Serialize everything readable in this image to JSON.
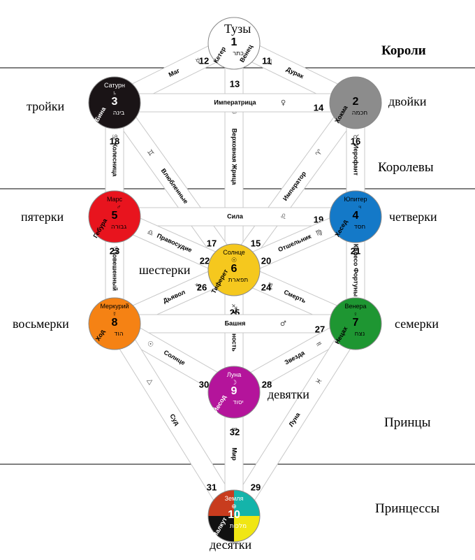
{
  "zones": {
    "kings": "Короли",
    "queens": "Королевы",
    "princes": "Принцы",
    "princesses": "Принцессы"
  },
  "ranks": {
    "aces": "Тузы",
    "twos": "двойки",
    "threes": "тройки",
    "fours": "четверки",
    "fives": "пятерки",
    "sixes": "шестерки",
    "sevens": "семерки",
    "eights": "восьмерки",
    "nines": "девятки",
    "tens": "десятки"
  },
  "sephiroth": [
    {
      "id": "s1",
      "num": "1",
      "name": "Кетер",
      "planet": "",
      "heb": "כתר",
      "extra": "Венец",
      "color": "#ffffff",
      "text": "#000000"
    },
    {
      "id": "s2",
      "num": "2",
      "name": "Хокма",
      "planet": "",
      "heb": "חכמה",
      "extra": "",
      "color": "#8c8c8c",
      "text": "#000000"
    },
    {
      "id": "s3",
      "num": "3",
      "name": "Бина",
      "planet": "Сатурн",
      "symbol": "♄",
      "heb": "בינה",
      "extra": "",
      "color": "#1a1416",
      "text": "#ffffff"
    },
    {
      "id": "s4",
      "num": "4",
      "name": "Хесед",
      "planet": "Юпитер",
      "symbol": "♃",
      "heb": "חסד",
      "extra": "",
      "color": "#1479c8",
      "text": "#000000"
    },
    {
      "id": "s5",
      "num": "5",
      "name": "Гебура",
      "planet": "Марс",
      "symbol": "♂",
      "heb": "גבורה",
      "extra": "",
      "color": "#e8141e",
      "text": "#000000"
    },
    {
      "id": "s6",
      "num": "6",
      "name": "Тиферет",
      "planet": "Солнце",
      "symbol": "☉",
      "heb": "תפארת",
      "extra": "",
      "color": "#f5c81e",
      "text": "#000000"
    },
    {
      "id": "s7",
      "num": "7",
      "name": "Нецах",
      "planet": "Венера",
      "symbol": "♀",
      "heb": "נצח",
      "extra": "",
      "color": "#1e9632",
      "text": "#000000"
    },
    {
      "id": "s8",
      "num": "8",
      "name": "Ход",
      "planet": "Меркурий",
      "symbol": "☿",
      "heb": "הוד",
      "extra": "",
      "color": "#f58214",
      "text": "#000000"
    },
    {
      "id": "s9",
      "num": "9",
      "name": "Йесод",
      "planet": "Луна",
      "symbol": "☽",
      "heb": "יסוד",
      "extra": "",
      "color": "#b4149b",
      "text": "#ffffff"
    },
    {
      "id": "s10",
      "num": "10",
      "name": "Малкут",
      "planet": "Земля",
      "symbol": "⊕",
      "heb": "מלכות",
      "extra": "",
      "color": "#ffffff",
      "text": "#ffffff"
    }
  ],
  "paths": [
    {
      "num": "11",
      "name": "Дурак",
      "glyph": "△"
    },
    {
      "num": "12",
      "name": "Маг",
      "glyph": "☿"
    },
    {
      "num": "13",
      "name": "Верховная Жрица",
      "glyph": "☽"
    },
    {
      "num": "14",
      "name": "Императрица",
      "glyph": "♀"
    },
    {
      "num": "15",
      "name": "Император",
      "glyph": "♈"
    },
    {
      "num": "16",
      "name": "Иерофант",
      "glyph": "♉"
    },
    {
      "num": "17",
      "name": "Влюбленные",
      "glyph": "♊"
    },
    {
      "num": "18",
      "name": "Колесница",
      "glyph": "♋"
    },
    {
      "num": "19",
      "name": "Сила",
      "glyph": "♌"
    },
    {
      "num": "20",
      "name": "Отшельник",
      "glyph": "♍"
    },
    {
      "num": "21",
      "name": "Колесо Фортуны",
      "glyph": "♃"
    },
    {
      "num": "22",
      "name": "Правосудие",
      "glyph": "♎"
    },
    {
      "num": "23",
      "name": "Повешенный",
      "glyph": "▽"
    },
    {
      "num": "24",
      "name": "Смерть",
      "glyph": "♏"
    },
    {
      "num": "25",
      "name": "Умеренность",
      "glyph": "♐"
    },
    {
      "num": "26",
      "name": "Дьявол",
      "glyph": "♑"
    },
    {
      "num": "27",
      "name": "Башня",
      "glyph": "♂"
    },
    {
      "num": "28",
      "name": "Звезда",
      "glyph": "♒"
    },
    {
      "num": "29",
      "name": "Луна",
      "glyph": "♓"
    },
    {
      "num": "30",
      "name": "Солнце",
      "glyph": "☉"
    },
    {
      "num": "31",
      "name": "Суд",
      "glyph": "△"
    },
    {
      "num": "32",
      "name": "Мир",
      "glyph": "♄"
    }
  ],
  "colors": {
    "zone_line": "#000000",
    "path_border": "#c8c8c8",
    "earth_quarters": [
      "#c83c1e",
      "#14b4aa",
      "#f0e614",
      "#111111"
    ]
  }
}
